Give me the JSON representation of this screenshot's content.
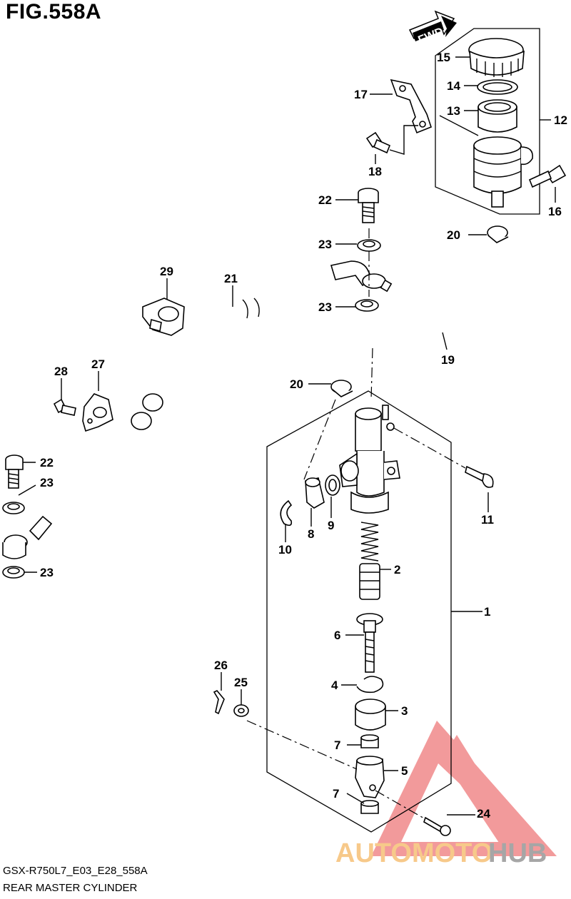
{
  "figure": {
    "title": "FIG.558A"
  },
  "arrow": {
    "label": "FWD"
  },
  "footer": {
    "code": "GSX-R750L7_E03_E28_558A",
    "name": "REAR MASTER CYLINDER"
  },
  "callouts": [
    "1",
    "2",
    "3",
    "4",
    "5",
    "6",
    "7",
    "7",
    "8",
    "9",
    "10",
    "11",
    "12",
    "13",
    "14",
    "15",
    "16",
    "17",
    "18",
    "19",
    "20",
    "20",
    "21",
    "22",
    "22",
    "23",
    "23",
    "23",
    "23",
    "24",
    "25",
    "26",
    "27",
    "28",
    "29"
  ],
  "watermark": {
    "part1": "AUTOMOTO",
    "part2": "HUB",
    "colors": {
      "accent": "#f0898a",
      "part1": "#f7c98a",
      "part2": "#a6a6a6"
    }
  }
}
